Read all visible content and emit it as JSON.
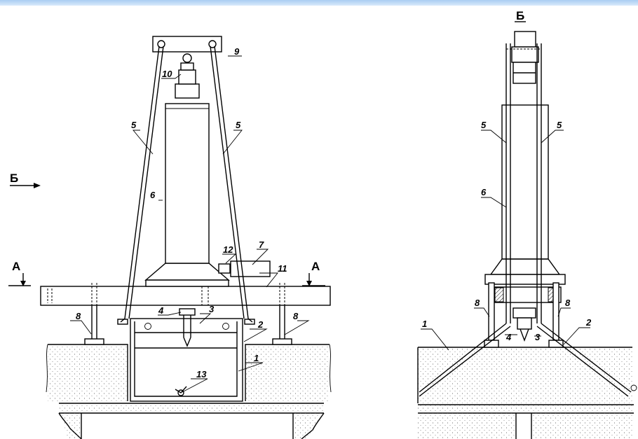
{
  "header_bar_color": "#a9cdf2",
  "front_view": {
    "labels": {
      "n1": "1",
      "n2": "2",
      "n3": "3",
      "n4": "4",
      "n5_left": "5",
      "n5_right": "5",
      "n6": "6",
      "n7": "7",
      "n8_left": "8",
      "n8_right": "8",
      "n9": "9",
      "n10": "10",
      "n11": "11",
      "n12": "12",
      "n13": "13"
    },
    "view_b_arrow": "Б",
    "section_a_left": "А",
    "section_a_right": "А"
  },
  "side_view": {
    "title": "Б",
    "labels": {
      "n1": "1",
      "n2": "2",
      "n3": "3",
      "n4": "4",
      "n5_left": "5",
      "n5_right": "5",
      "n6": "6",
      "n8_left": "8",
      "n8_right": "8"
    }
  }
}
